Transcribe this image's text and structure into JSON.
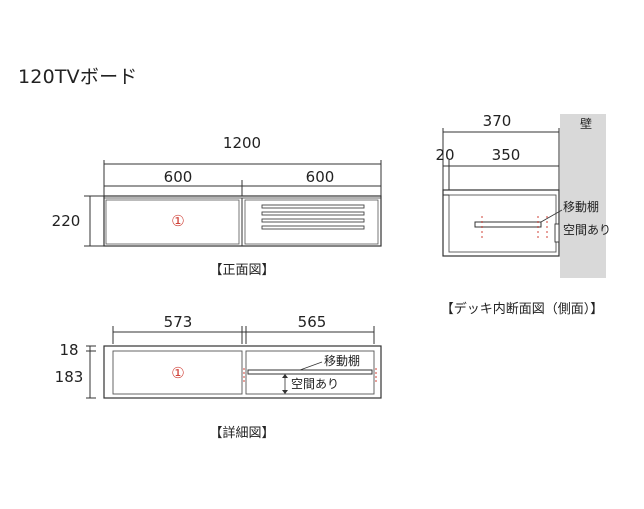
{
  "title": "120TVボード",
  "front": {
    "caption": "【正面図】",
    "total_width": "1200",
    "left_width": "600",
    "right_width": "600",
    "height": "220",
    "marker": "①"
  },
  "detail": {
    "caption": "【詳細図】",
    "left_width": "573",
    "right_width": "565",
    "top_thickness": "18",
    "inner_height": "183",
    "marker": "①",
    "shelf_label": "移動棚",
    "gap_label": "空間あり"
  },
  "side": {
    "caption": "【デッキ内断面図（側面）】",
    "total_depth": "370",
    "offset": "20",
    "depth": "350",
    "wall_label": "壁",
    "shelf_label": "移動棚",
    "gap_label": "空間あり"
  }
}
